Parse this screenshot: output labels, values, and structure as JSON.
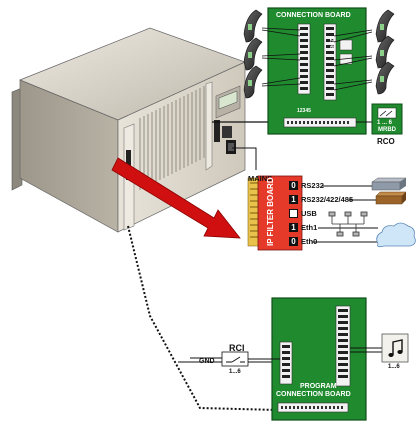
{
  "labels": {
    "connection_board": "CONNECTION BOARD",
    "program_connection_board_line1": "PROGRAM",
    "program_connection_board_line2": "CONNECTION BOARD",
    "mains": "MAINS",
    "mrbd": "MRBD",
    "mrbd_range": "1 ... 6",
    "rco": "RCO",
    "rci": "RCI",
    "rci_range": "1...6",
    "gnd": "GND",
    "audio_range": "1...6",
    "ip_filter_board": "IP FILTER BOARD",
    "board_numbers_left": "12345",
    "board_numbers_right": "12345"
  },
  "ports": [
    {
      "box": "0",
      "label": "RS232"
    },
    {
      "box": "1",
      "label": "RS232/422/485"
    },
    {
      "box": "",
      "label": "USB"
    },
    {
      "box": "1",
      "label": "Eth1"
    },
    {
      "box": "0",
      "label": "Eth0"
    }
  ],
  "colors": {
    "board_green": "#1f8a2e",
    "board_dark": "#0f4f18",
    "rack_body": "#d6d0c4",
    "rack_dark": "#8c877c",
    "filter_red": "#e53a2a",
    "arrow_red": "#d01010",
    "cloud_blue": "#cfe6f8"
  },
  "icons": [
    "phone-icon",
    "relay-icon",
    "music-note-icon",
    "cloud-icon",
    "modem-icon",
    "network-icon"
  ]
}
